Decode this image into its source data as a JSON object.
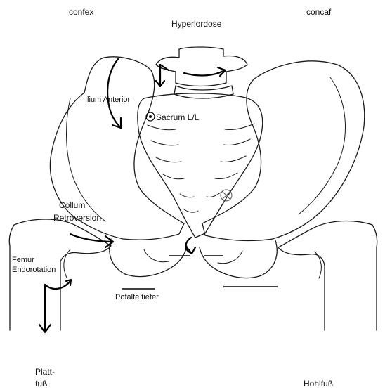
{
  "labels": {
    "convex": "confex",
    "concave": "concaf",
    "hyperlordosis": "Hyperlordose",
    "ilium": "Ilium Anterior",
    "sacrum": "Sacrum L/L",
    "collum_1": "Collum",
    "collum_2": "Retroversion",
    "femur_1": "Femur",
    "femur_2": "Endorotation",
    "fold": "Pofalte tiefer",
    "flatfoot_1": "Platt-",
    "flatfoot_2": "fuß",
    "highfoot": "Hohlfuß"
  }
}
